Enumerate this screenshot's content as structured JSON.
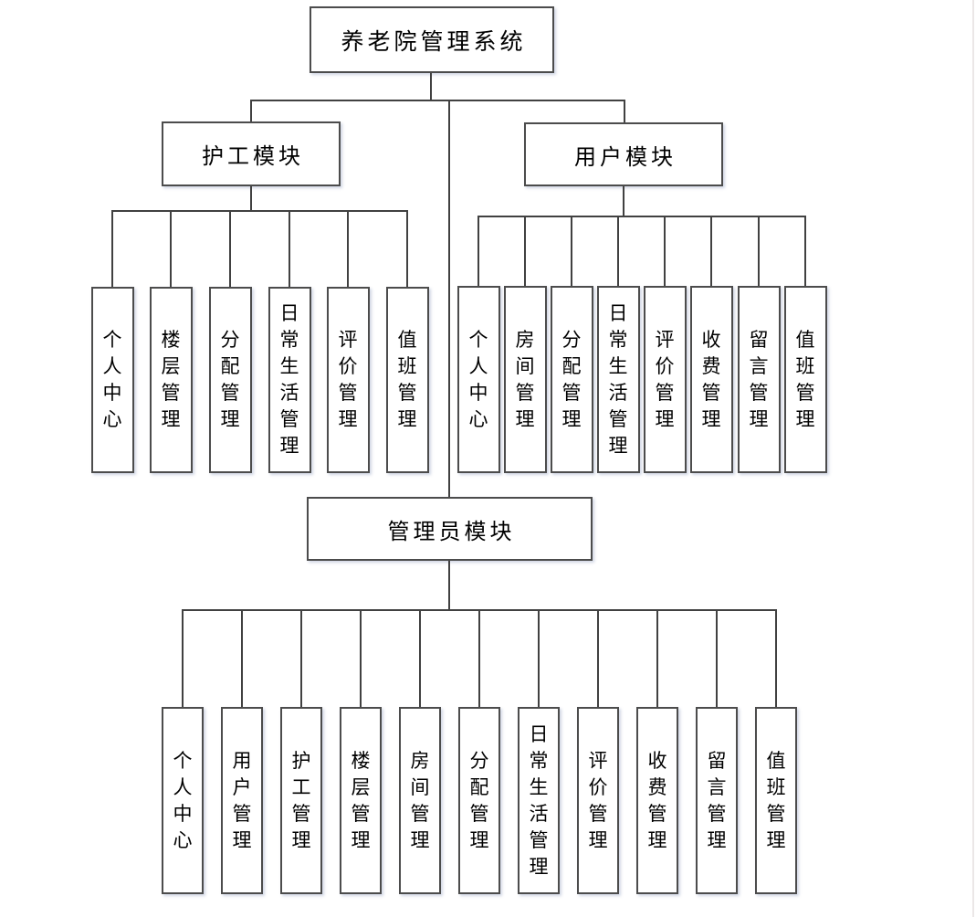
{
  "page": {
    "background_color": "#ffffff",
    "line_color": "#414141",
    "box_border_color": "#4c4c4c",
    "text_color": "#000000"
  },
  "diagram": {
    "root": {
      "label": "养老院管理系统"
    },
    "modules": [
      {
        "id": "caregiver",
        "label": "护工模块",
        "children": [
          "个人中心",
          "楼层管理",
          "分配管理",
          "日常生活管理",
          "评价管理",
          "值班管理"
        ]
      },
      {
        "id": "user",
        "label": "用户模块",
        "children": [
          "个人中心",
          "房间管理",
          "分配管理",
          "日常生活管理",
          "评价管理",
          "收费管理",
          "留言管理",
          "值班管理"
        ]
      },
      {
        "id": "admin",
        "label": "管理员模块",
        "children": [
          "个人中心",
          "用户管理",
          "护工管理",
          "楼层管理",
          "房间管理",
          "分配管理",
          "日常生活管理",
          "评价管理",
          "收费管理",
          "留言管理",
          "值班管理"
        ]
      }
    ]
  }
}
